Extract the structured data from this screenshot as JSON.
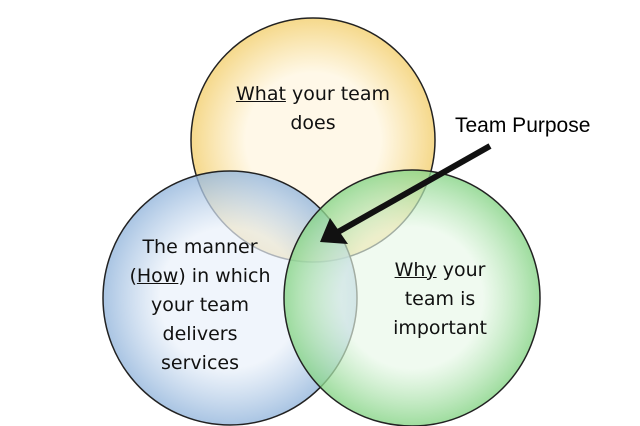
{
  "diagram": {
    "circles": [
      {
        "id": "what",
        "underlined": "What",
        "rest": " your team",
        "line2": "does",
        "color": "#f3cf6e"
      },
      {
        "id": "how",
        "line1": "The manner",
        "open": "(",
        "underlined": "How",
        "rest": ") in which",
        "line3": "your team",
        "line4": "delivers",
        "line5": "services",
        "color": "#94b6dc"
      },
      {
        "id": "why",
        "underlined": "Why",
        "rest": " your",
        "line2": "team is",
        "line3": "important",
        "color": "#86d486"
      }
    ],
    "callout": {
      "label": "Team Purpose"
    }
  }
}
